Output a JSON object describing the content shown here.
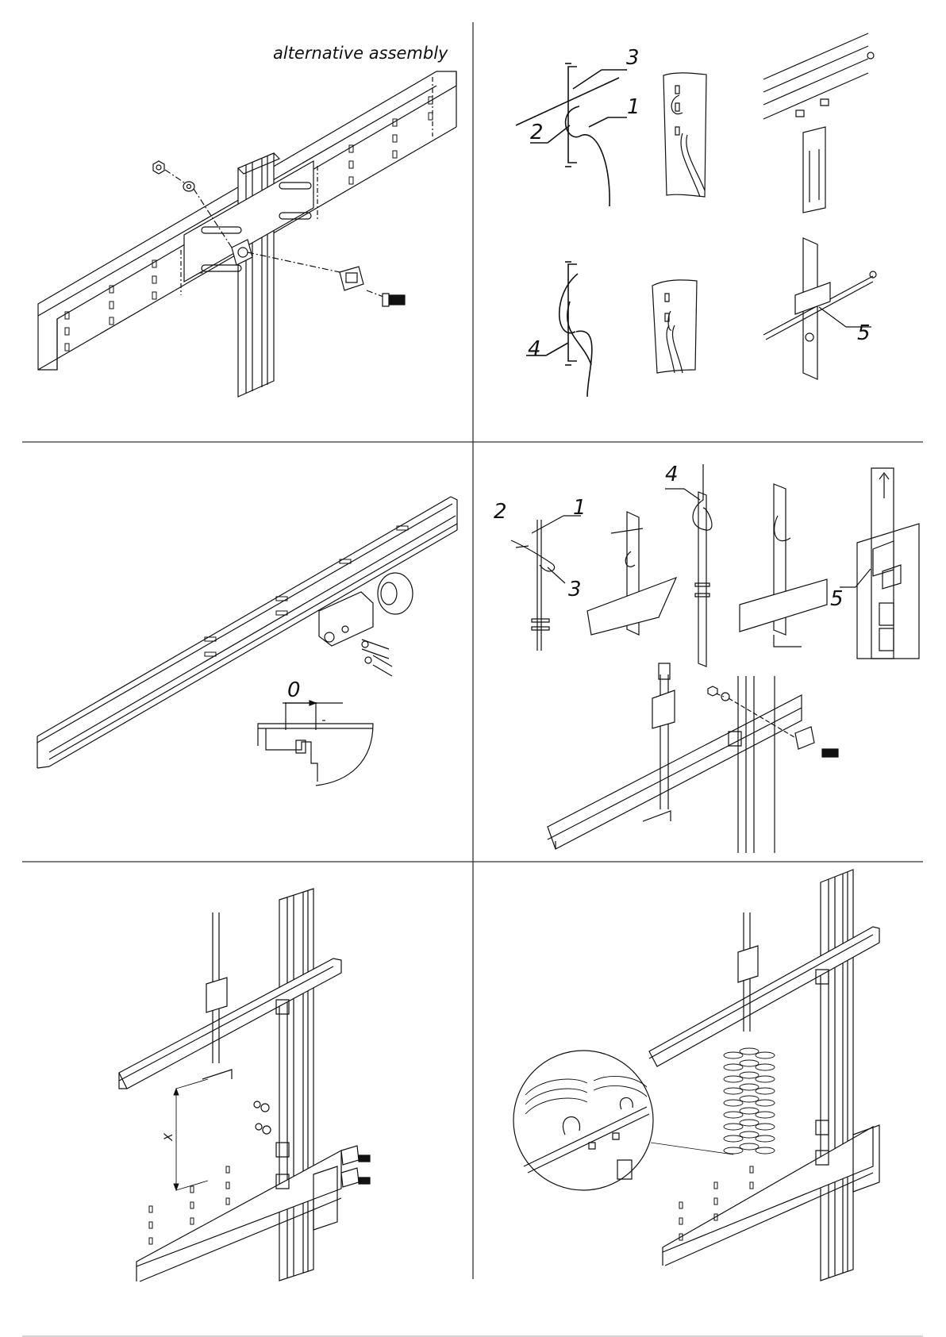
{
  "title": "alternative assembly",
  "panel_top_right": {
    "callouts": [
      "1",
      "2",
      "3",
      "4",
      "5"
    ]
  },
  "panel_mid_left": {
    "dimension": "0"
  },
  "panel_mid_right": {
    "callouts": [
      "1",
      "2",
      "3",
      "4",
      "5"
    ]
  },
  "panel_bottom_left": {
    "dimension": "X"
  },
  "colors": {
    "line": "#111111",
    "background": "#ffffff"
  }
}
